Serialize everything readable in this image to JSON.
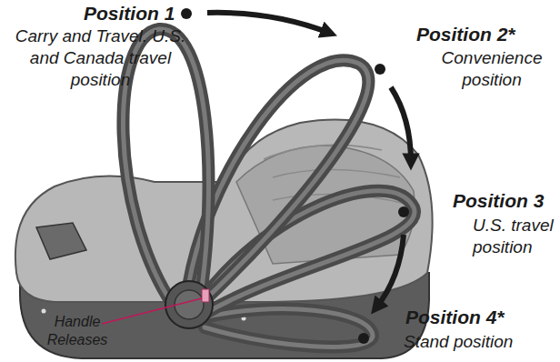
{
  "diagram": {
    "labels": [
      "Position 1",
      "Carry and Travel. U.S. and Canada travel position",
      "Position 2*",
      "Convenience position",
      "Position 3",
      "U.S. travel position",
      "Position 4*",
      "Stand position",
      "Handle Releases"
    ]
  }
}
